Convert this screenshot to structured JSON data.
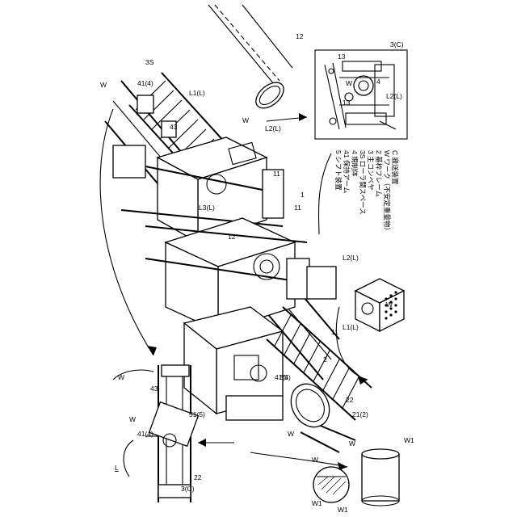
{
  "labels": {
    "ref_12": "12",
    "ref_13": "13",
    "ref_3C_top": "3(C)",
    "ref_W_inset": "W",
    "ref_L2L_inset": "L2(L)",
    "ref_4_inset": "4",
    "ref_13b_inset": "13",
    "ref_41_4_top": "41(4)",
    "ref_3S_top": "3S",
    "ref_W_top": "W",
    "ref_L1L_top": "L1(L)",
    "ref_43_top": "43",
    "ref_L2L_mid": "L2(L)",
    "ref_11_a": "11",
    "ref_1_main": "1",
    "ref_L3L": "L3(L)",
    "ref_12_mid": "12",
    "ref_11_b": "11",
    "ref_L2L_low": "L2(L)",
    "ref_11_c": "11",
    "ref_L1L_low": "L1(L)",
    "ref_2_low": "2",
    "ref_3S_low": "3S",
    "ref_41_4_low": "41(4)",
    "ref_22_low": "22",
    "ref_21_2": "21(2)",
    "ref_W_pipe": "W",
    "ref_W_mid": "W",
    "ref_W1_a": "W1",
    "ref_W_low": "W",
    "ref_W1_b": "W1",
    "ref_W1_c": "W1",
    "ref_W_bottom": "W",
    "ref_W_cube": "W",
    "ref_L_side": "L",
    "ref_43_side": "43",
    "ref_41_4_side": "41(4)",
    "ref_W_side": "W",
    "ref_51_5": "51(5)",
    "ref_22_side": "22",
    "ref_3C_side": "3(C)",
    "ref_W_side2": "W"
  },
  "legend": [
    {
      "code": "C",
      "text": "搬送装置"
    },
    {
      "code": "W",
      "text": "ワーク（不安定重量物）"
    },
    {
      "code": "2",
      "text": "基枠フレーム"
    },
    {
      "code": "3",
      "text": "主コンベヤ"
    },
    {
      "code": "3S",
      "text": "ローラ間スペース"
    },
    {
      "code": "4",
      "text": "規制体"
    },
    {
      "code": "41",
      "text": "保持アーム"
    },
    {
      "code": "5",
      "text": "シフト装置"
    }
  ]
}
